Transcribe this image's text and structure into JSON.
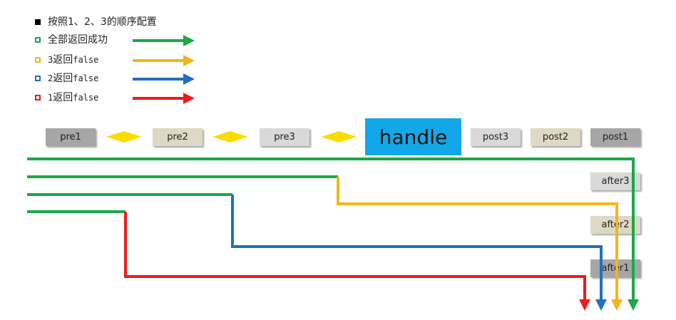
{
  "legend": {
    "title": "按照1、2、3的顺序配置",
    "all_success": "全部返回成功",
    "ret3": {
      "num": "3",
      "text": "返回",
      "code": "false"
    },
    "ret2": {
      "num": "2",
      "text": "返回",
      "code": "false"
    },
    "ret1": {
      "num": "1",
      "text": "返回",
      "code": "false"
    }
  },
  "nodes": {
    "pre1": "pre1",
    "pre2": "pre2",
    "pre3": "pre3",
    "handle": "handle",
    "post3": "post3",
    "post2": "post2",
    "post1": "post1",
    "after3": "after3",
    "after2": "after2",
    "after1": "after1"
  },
  "colors": {
    "green": "#1aa84a",
    "orange": "#f4b41a",
    "blue": "#1f6fbd",
    "red": "#ea1c1c",
    "handle_bg": "#12a7e8",
    "diamond": "#f7de00",
    "box_dark": "#a6a6a6",
    "box_beige": "#ddd9c4",
    "box_light": "#d9d9d9"
  }
}
